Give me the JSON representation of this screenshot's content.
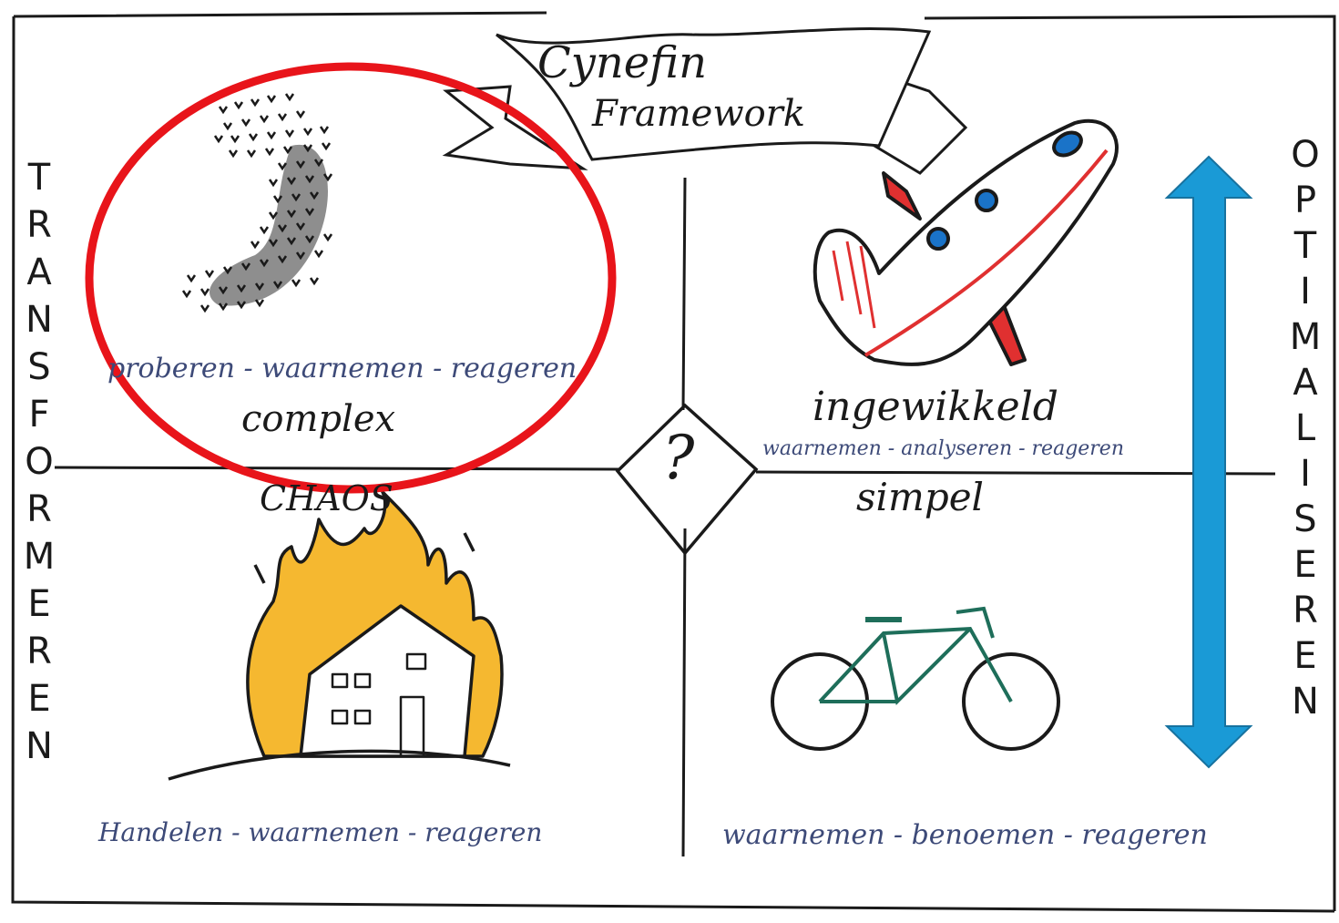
{
  "title": {
    "line1": "Cynefin",
    "line2": "Framework"
  },
  "center_symbol": "?",
  "quadrants": {
    "complex": {
      "name": "complex",
      "actions": "proberen - waarnemen - reageren",
      "icon": "flock-of-birds-icon"
    },
    "complicated": {
      "name": "ingewikkeld",
      "actions": "waarnemen - analyseren - reageren",
      "icon": "airplane-icon"
    },
    "chaos": {
      "name": "CHAOS",
      "actions": "Handelen - waarnemen - reageren",
      "icon": "burning-house-icon"
    },
    "simple": {
      "name": "simpel",
      "actions": "waarnemen - benoemen - reageren",
      "icon": "bicycle-icon"
    }
  },
  "left_axis": "TRANSFORMEREN",
  "right_axis": "OPTIMALISEREN",
  "highlight": {
    "target": "complex",
    "color": "#e8141a"
  },
  "colors": {
    "arrow": "#1a9ad6",
    "plane_red": "#e03030",
    "plane_blue": "#1a73c8",
    "fire": "#f5b830",
    "bike": "#1e6e5a",
    "ink": "#1a1a1a"
  }
}
